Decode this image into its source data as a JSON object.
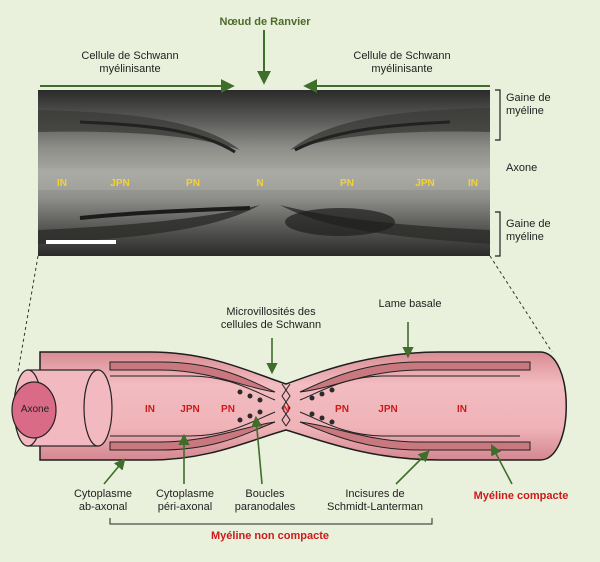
{
  "top": {
    "node_title": "Nœud de Ranvier",
    "left_cell": "Cellule de Schwann\nmyélinisante",
    "right_cell": "Cellule de Schwann\nmyélinisante",
    "right_labels": {
      "sheath_top": "Gaine de\nmyéline",
      "axon": "Axone",
      "sheath_bottom": "Gaine de\nmyéline"
    },
    "micro_regions": [
      "IN",
      "JPN",
      "PN",
      "N",
      "PN",
      "JPN",
      "IN"
    ]
  },
  "bottom": {
    "axone_label": "Axone",
    "regions": [
      "IN",
      "JPN",
      "PN",
      "N",
      "PN",
      "JPN",
      "IN"
    ],
    "microvilli": "Microvillosités des\ncellules de Schwann",
    "basal": "Lame basale",
    "cyto_ab": "Cytoplasme\nab-axonal",
    "cyto_peri": "Cytoplasme\npéri-axonal",
    "boucles": "Boucles\nparanodales",
    "incisures": "Incisures de\nSchmidt-Lanterman",
    "compact": "Myéline compacte",
    "noncompact": "Myéline non compacte"
  },
  "colors": {
    "background": "#e9f1dc",
    "accent_green": "#4b6a2c",
    "accent_red": "#cc1a1a",
    "micro_label_yellow": "#f5d233",
    "fiber_pink": "#e9a9ad",
    "axon_pink": "#d96b86"
  }
}
